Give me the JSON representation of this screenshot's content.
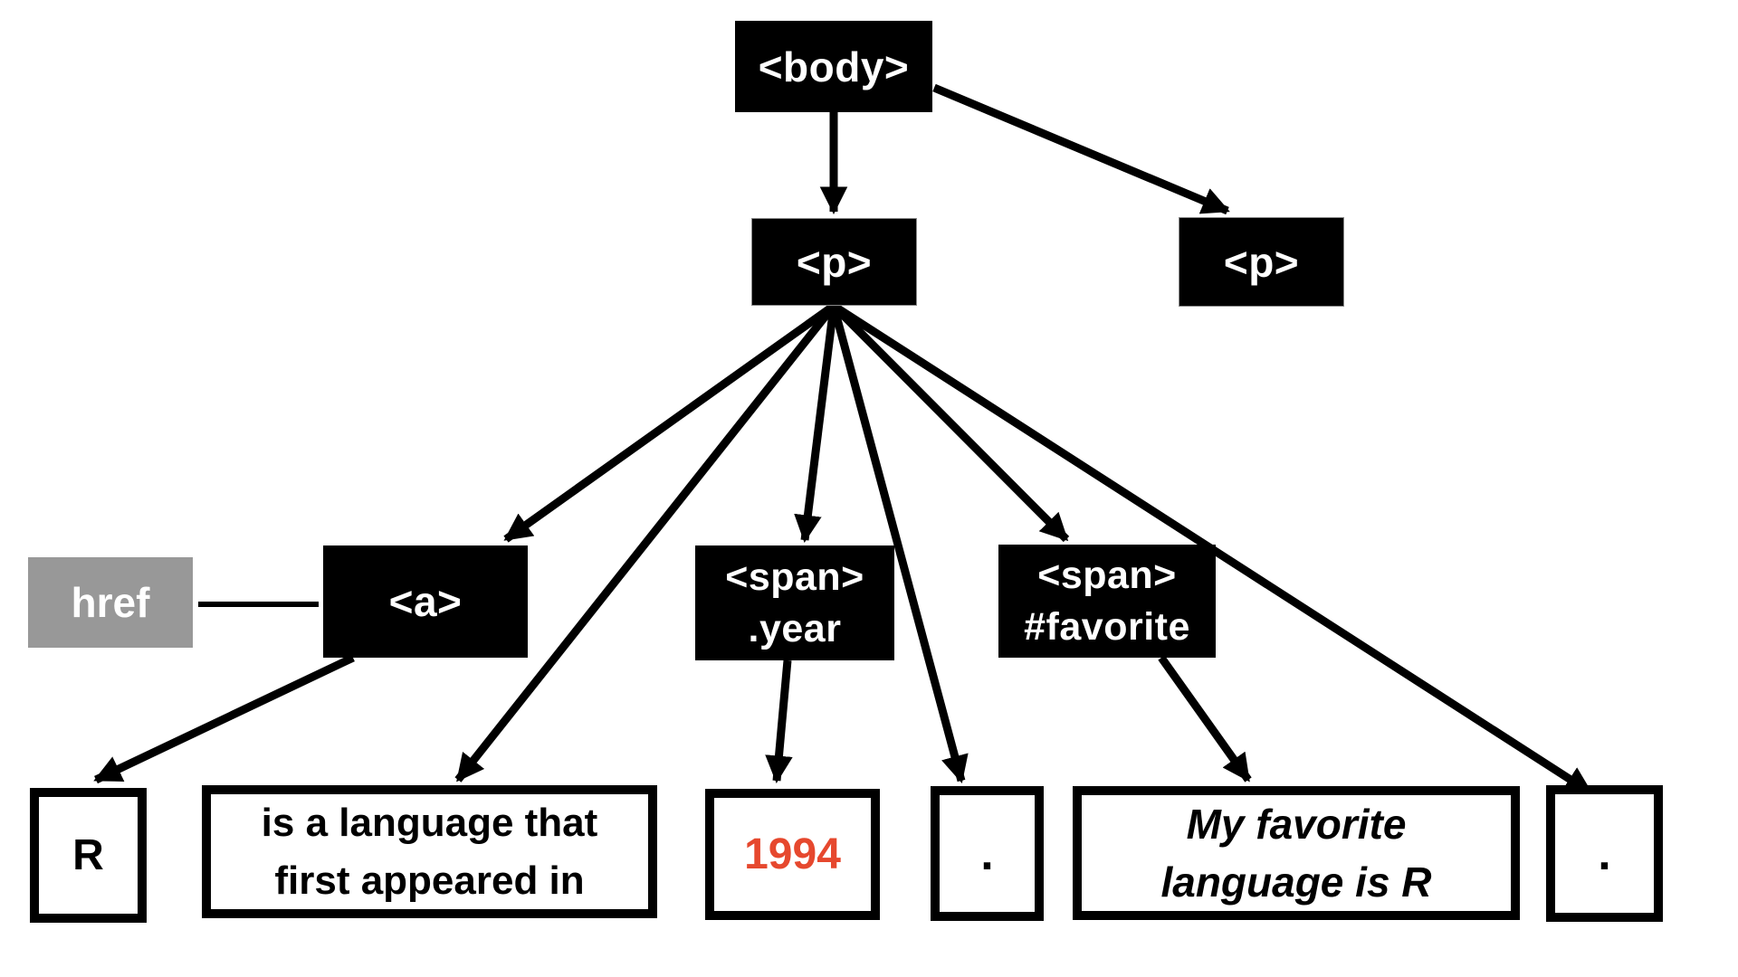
{
  "diagram": {
    "nodes": {
      "body": {
        "label": "<body>"
      },
      "p_left": {
        "label": "<p>"
      },
      "p_right": {
        "label": "<p>"
      },
      "href_attr": {
        "label": "href"
      },
      "a": {
        "label": "<a>"
      },
      "span_year": {
        "line1": "<span>",
        "line2": ".year"
      },
      "span_favorite": {
        "line1": "<span>",
        "line2": "#favorite"
      },
      "leaf_r": {
        "label": "R"
      },
      "leaf_lang": {
        "line1": "is a language that",
        "line2": "first appeared in"
      },
      "leaf_1994": {
        "label": "1994"
      },
      "leaf_dot1": {
        "label": "."
      },
      "leaf_fav": {
        "line1": "My favorite",
        "line2": "language is R"
      },
      "leaf_dot2": {
        "label": "."
      }
    },
    "colors": {
      "element_node_fill": "#000000",
      "element_node_text": "#ffffff",
      "attribute_node_fill": "#989898",
      "leaf_border": "#000000",
      "leaf_background": "#ffffff",
      "highlight_text": "#e6482e",
      "background": "#ffffff"
    }
  }
}
